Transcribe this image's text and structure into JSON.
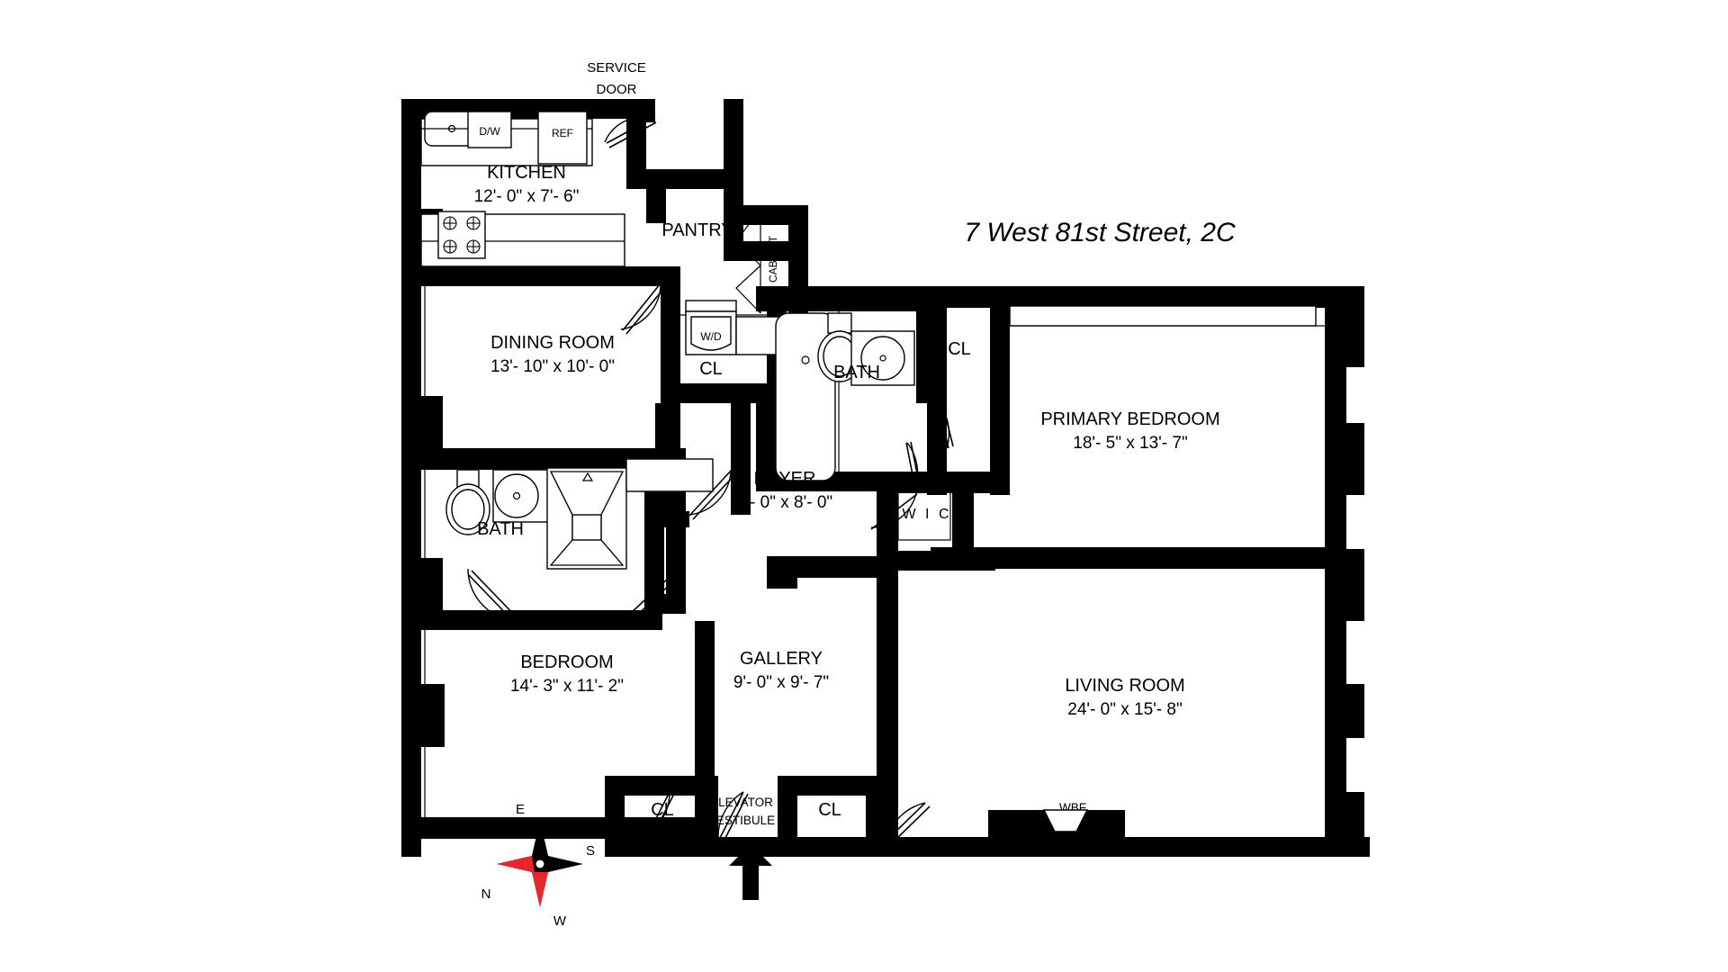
{
  "title": "7 West 81st Street, 2C",
  "annotations": {
    "service_door": [
      "SERVICE",
      "DOOR"
    ],
    "cabinet": "CABINET",
    "dishwasher": "D/W",
    "refrigerator": "REF",
    "washer_dryer": "W/D",
    "fireplace": "WBF",
    "elevator_vestibule": [
      "ELEVATOR",
      "VESTIBULE"
    ],
    "wic": "W I C",
    "closet": "CL"
  },
  "rooms": [
    {
      "id": "kitchen",
      "name": "KITCHEN",
      "dim": "12'- 0\" x 7'- 6\""
    },
    {
      "id": "dining-room",
      "name": "DINING ROOM",
      "dim": "13'- 10\" x 10'- 0\""
    },
    {
      "id": "pantry",
      "name": "PANTRY",
      "dim": ""
    },
    {
      "id": "bath-upper",
      "name": "BATH",
      "dim": ""
    },
    {
      "id": "bath-lower",
      "name": "BATH",
      "dim": ""
    },
    {
      "id": "primary-bedroom",
      "name": "PRIMARY BEDROOM",
      "dim": "18'- 5\" x 13'- 7\""
    },
    {
      "id": "foyer",
      "name": "FOYER",
      "dim": "9'- 0\" x 8'- 0\""
    },
    {
      "id": "bedroom",
      "name": "BEDROOM",
      "dim": "14'- 3\" x 11'- 2\""
    },
    {
      "id": "gallery",
      "name": "GALLERY",
      "dim": "9'- 0\" x 9'- 7\""
    },
    {
      "id": "living-room",
      "name": "LIVING ROOM",
      "dim": "24'- 0\" x 15'- 8\""
    }
  ],
  "closets": [
    {
      "id": "cl-pantry-south",
      "label": "CL"
    },
    {
      "id": "cl-primary",
      "label": "CL"
    },
    {
      "id": "cl-foyer-west",
      "label": "CL"
    },
    {
      "id": "cl-vest-west",
      "label": "CL"
    },
    {
      "id": "cl-vest-east",
      "label": "CL"
    }
  ],
  "compass": {
    "north": "N",
    "east": "E",
    "south": "S",
    "west": "W",
    "needle_color": "#e8262c"
  },
  "colors": {
    "wall": "#000000",
    "background": "#ffffff",
    "compass_accent": "#e8262c"
  }
}
